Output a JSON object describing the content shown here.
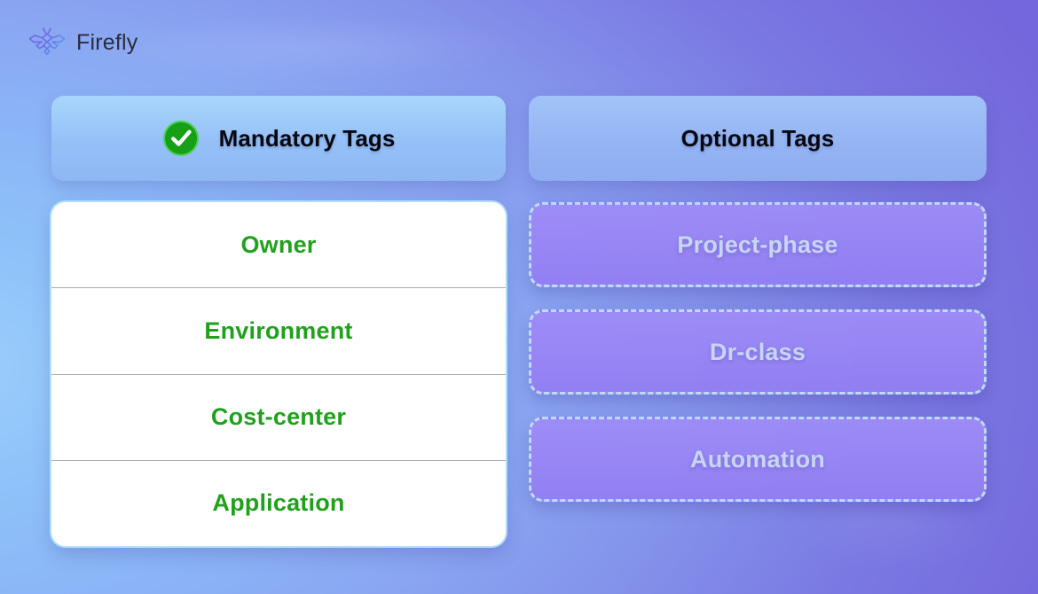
{
  "brand": {
    "name": "Firefly",
    "logo_icon": "firefly-logo-icon"
  },
  "colors": {
    "background_start": "#8cc2f9",
    "background_end": "#7363d8",
    "header_mandatory": "#9ccdf9",
    "header_optional": "#99bbf5",
    "mandatory_text": "#21a01d",
    "optional_text": "#c7d6f6",
    "check_green": "#18a018",
    "dashed_border": "#bcdcf7",
    "optional_fill": "#927ef2",
    "card_white": "#ffffff"
  },
  "columns": {
    "mandatory": {
      "header": {
        "title": "Mandatory Tags",
        "icon": "check-circle-icon"
      },
      "tags": [
        {
          "label": "Owner"
        },
        {
          "label": "Environment"
        },
        {
          "label": "Cost-center"
        },
        {
          "label": "Application"
        }
      ]
    },
    "optional": {
      "header": {
        "title": "Optional Tags"
      },
      "tags": [
        {
          "label": "Project-phase"
        },
        {
          "label": "Dr-class"
        },
        {
          "label": "Automation"
        }
      ]
    }
  }
}
